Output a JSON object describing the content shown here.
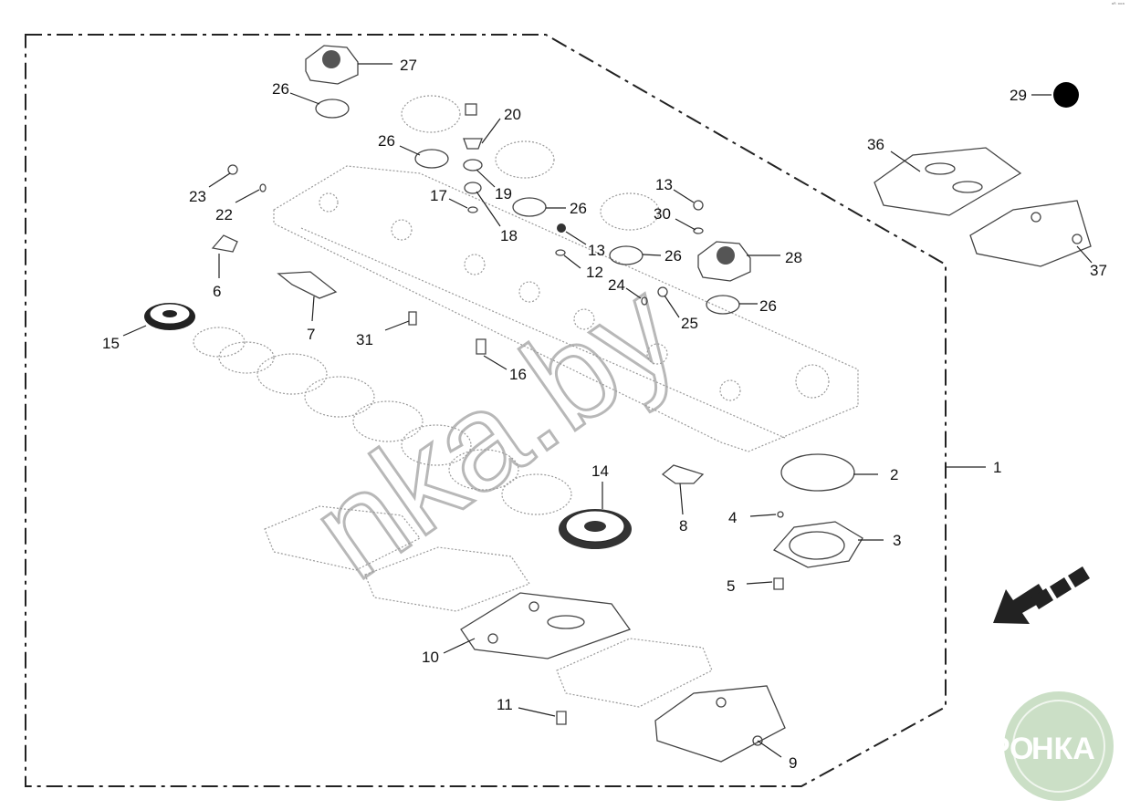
{
  "corner_mark": "ᵃᴿ ᵒᵒᵃ",
  "logo": {
    "left": "АГРО",
    "right": "НКА"
  },
  "watermark": "nka.by",
  "callouts": [
    "1",
    "2",
    "3",
    "4",
    "5",
    "6",
    "7",
    "8",
    "9",
    "10",
    "11",
    "12",
    "13",
    "13",
    "14",
    "15",
    "16",
    "17",
    "18",
    "19",
    "20",
    "22",
    "23",
    "24",
    "25",
    "26",
    "26",
    "26",
    "26",
    "26",
    "27",
    "28",
    "29",
    "30",
    "31",
    "36",
    "37"
  ],
  "colors": {
    "line": "#222222",
    "logo": "#a8c9a0",
    "marker": "#000000"
  }
}
